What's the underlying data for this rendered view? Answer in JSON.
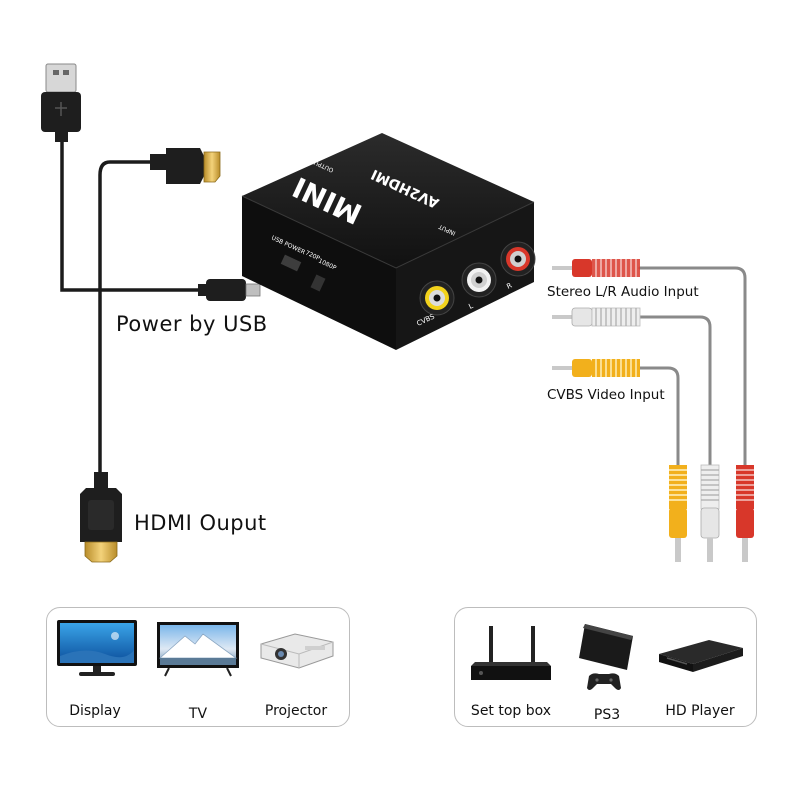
{
  "device": {
    "brand": "MINI",
    "model": "AV2HDMI",
    "port_labels": {
      "output": "OUTPUT",
      "input": "INPUT",
      "usb_power": "USB POWER",
      "mode_720p": "720P",
      "mode_1080p": "1080P",
      "cvbs": "CVBS",
      "left": "L",
      "right": "R"
    }
  },
  "labels": {
    "power": "Power by USB",
    "hdmi_out": "HDMI Ouput",
    "stereo_in": "Stereo L/R Audio Input",
    "cvbs_in": "CVBS Video Input"
  },
  "output_devices": [
    {
      "label": "Display",
      "icon": "monitor-icon"
    },
    {
      "label": "TV",
      "icon": "tv-icon"
    },
    {
      "label": "Projector",
      "icon": "projector-icon"
    }
  ],
  "input_devices": [
    {
      "label": "Set top box",
      "icon": "router-icon"
    },
    {
      "label": "PS3",
      "icon": "game-console-icon"
    },
    {
      "label": "HD Player",
      "icon": "hd-player-icon"
    }
  ],
  "colors": {
    "cable": "#1b1b1b",
    "rca_gray": "#8a8a8a",
    "rca_red": "#d8372a",
    "rca_white": "#e6e6e6",
    "rca_yellow": "#f2b01c",
    "gold": "#d9b24a",
    "panel_border": "#bdbdbd"
  }
}
